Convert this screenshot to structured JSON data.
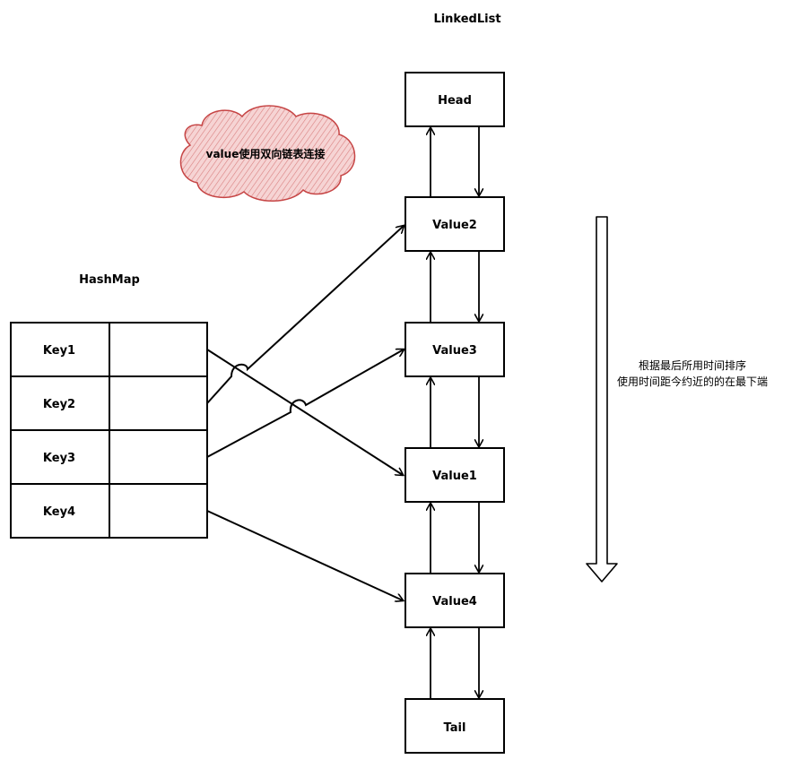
{
  "linkedlist": {
    "title": "LinkedList",
    "nodes": [
      "Head",
      "Value2",
      "Value3",
      "Value1",
      "Value4",
      "Tail"
    ]
  },
  "hashmap": {
    "title": "HashMap",
    "keys": [
      "Key1",
      "Key2",
      "Key3",
      "Key4"
    ]
  },
  "cloud": {
    "text": "value使用双向链表连接",
    "fill_color": "#f4c6c6",
    "stroke_color": "#c64545"
  },
  "order_note": {
    "line1": "根据最后所用时间排序",
    "line2": "使用时间距今约近的的在最下端"
  },
  "mapping": [
    {
      "key": "Key1",
      "value": "Value1"
    },
    {
      "key": "Key2",
      "value": "Value2"
    },
    {
      "key": "Key3",
      "value": "Value3"
    },
    {
      "key": "Key4",
      "value": "Value4"
    }
  ]
}
